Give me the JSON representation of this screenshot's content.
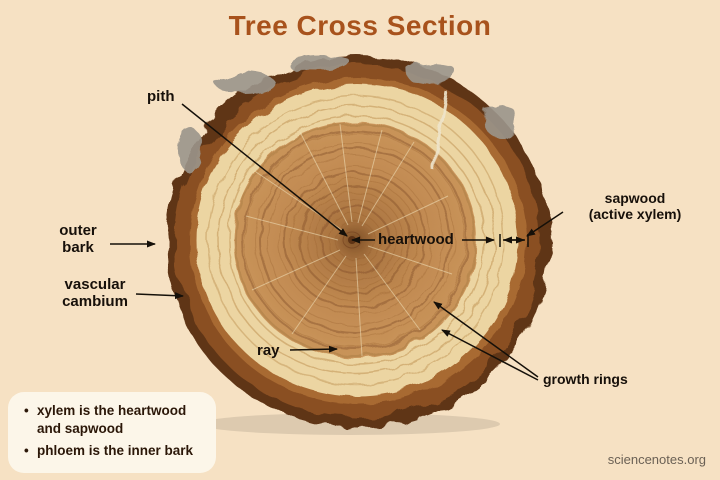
{
  "title": "Tree Cross Section",
  "labels": {
    "pith": "pith",
    "outer_bark": "outer\nbark",
    "vascular_cambium": "vascular\ncambium",
    "ray": "ray",
    "heartwood": "heartwood",
    "sapwood": "sapwood\n(active xylem)",
    "growth_rings": "growth rings"
  },
  "info_box": {
    "bullets": [
      "xylem is the heartwood and sapwood",
      "phloem is the inner bark"
    ]
  },
  "watermark": "sciencenotes.org",
  "colors": {
    "background": "#f6e1c3",
    "title": "#a8521c",
    "label_text": "#17100a",
    "bark": "#6b3a19",
    "inner_bark": "#8a4f22",
    "sapwood": "#ecd5a2",
    "heartwood": "#c28b52",
    "info_box_bg": "#fcf6e9"
  }
}
